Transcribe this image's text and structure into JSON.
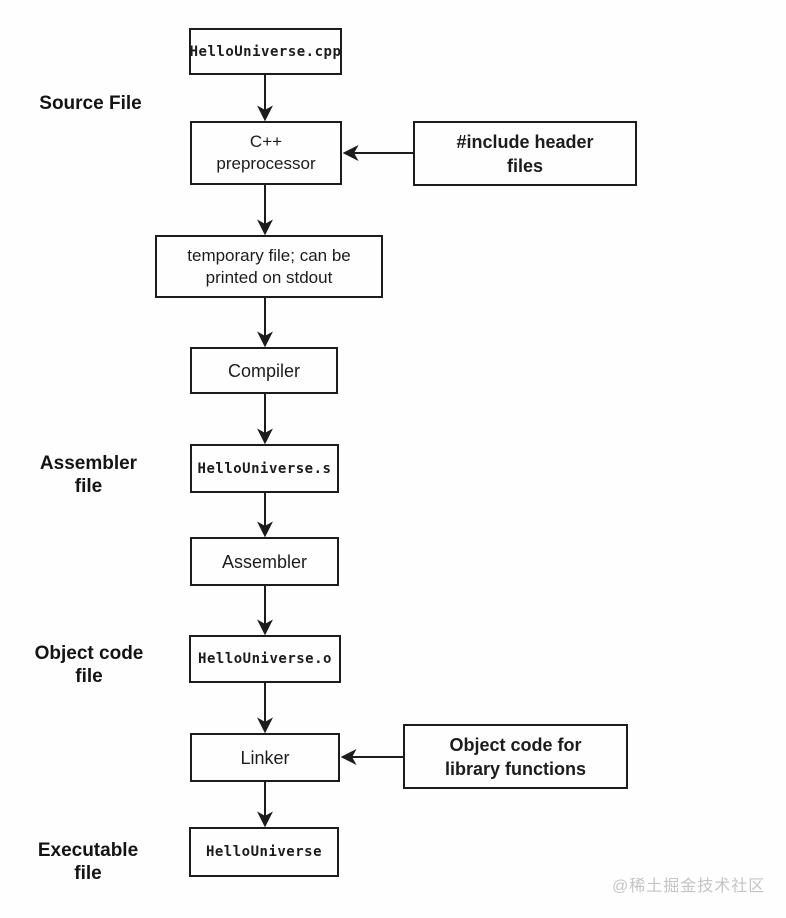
{
  "diagram": {
    "stage_labels": {
      "source": "Source File",
      "assembler": "Assembler\nfile",
      "object": "Object code\nfile",
      "executable": "Executable\nfile"
    },
    "nodes": {
      "source_file": "HelloUniverse.cpp",
      "preprocessor": "C++\npreprocessor",
      "include_headers": "#include header\nfiles",
      "temp_file": "temporary file; can be\nprinted on stdout",
      "compiler": "Compiler",
      "assembly_file": "HelloUniverse.s",
      "assembler": "Assembler",
      "object_file": "HelloUniverse.o",
      "linker": "Linker",
      "library_objects": "Object code for\nlibrary functions",
      "executable_file": "HelloUniverse"
    },
    "watermark": "@稀土掘金技术社区",
    "colors": {
      "line": "#1c1c1c",
      "text": "#1c1c1c",
      "background": "#fefefe",
      "watermark_text": "#c4c4c4"
    }
  }
}
